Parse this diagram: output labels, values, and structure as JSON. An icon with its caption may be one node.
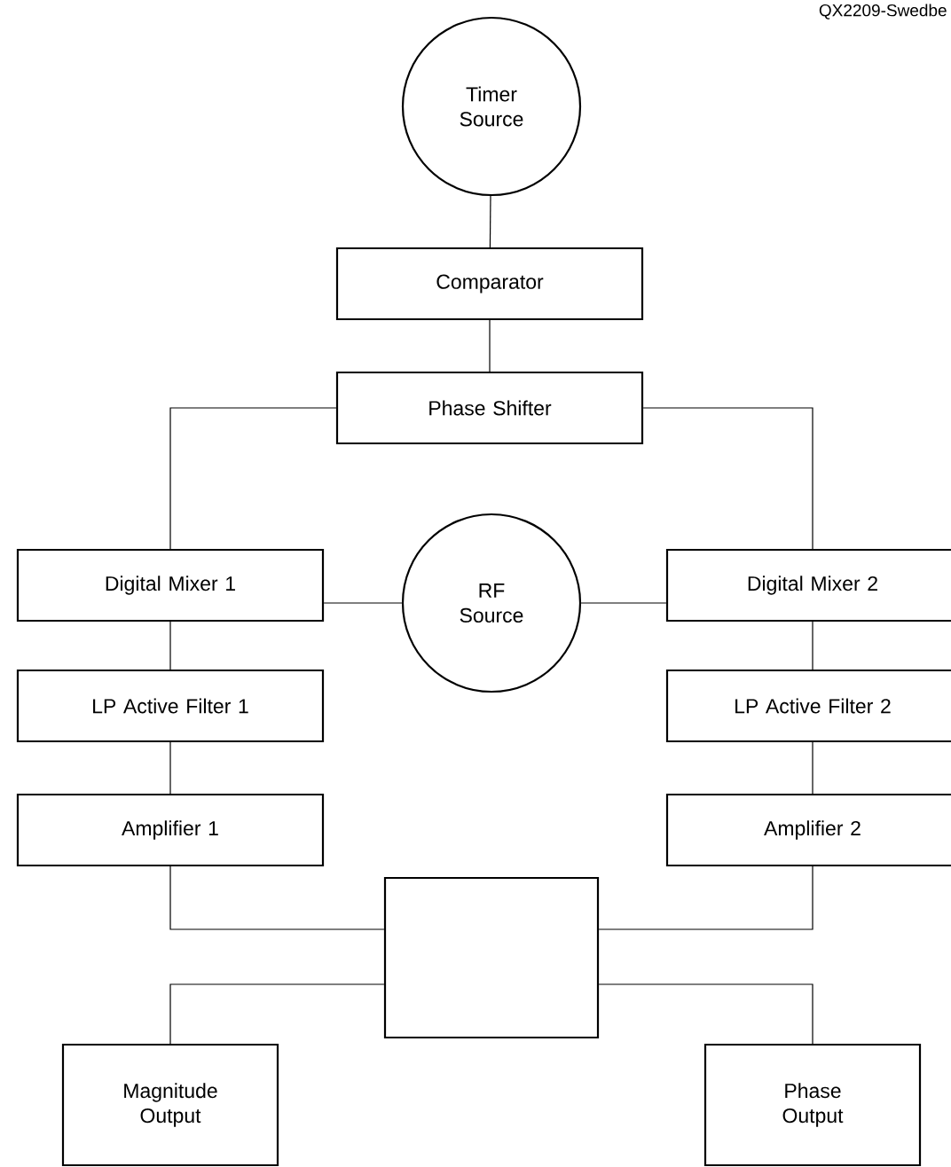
{
  "diagram": {
    "nodes": [
      {
        "text": [
          "Timer Source"
        ]
      },
      {
        "text": [
          "Comparator"
        ]
      },
      {
        "text": [
          "Phase Shifter"
        ]
      },
      {
        "text": [
          "Digital Mixer 1"
        ]
      },
      {
        "text": [
          "RF Source"
        ]
      },
      {
        "text": [
          "Digital Mixer 2"
        ]
      },
      {
        "text": [
          "LP Active Filter 1"
        ]
      },
      {
        "text": [
          "LP Active Filter 2"
        ]
      },
      {
        "text": [
          "Amplifier 1"
        ]
      },
      {
        "text": [
          "Amplifier 2"
        ]
      },
      {
        "text": [],
        "shape": "box"
      },
      {
        "text": [
          "Magnitude Output"
        ]
      },
      {
        "text": [
          "Phase Output"
        ]
      }
    ],
    "edges": [
      {
        "from": 0,
        "to": 1,
        "arrow": "none"
      },
      {
        "from": 1,
        "to": 2,
        "arrow": "none"
      },
      {
        "from": 2,
        "to": 3,
        "arrow": "none"
      },
      {
        "from": 2,
        "to": 5,
        "arrow": "none"
      },
      {
        "from": 4,
        "to": 3,
        "arrow": "none"
      },
      {
        "from": 4,
        "to": 5,
        "arrow": "none"
      },
      {
        "from": 3,
        "to": 6,
        "arrow": "none"
      },
      {
        "from": 6,
        "to": 8,
        "arrow": "none"
      },
      {
        "from": 5,
        "to": 7,
        "arrow": "none"
      },
      {
        "from": 7,
        "to": 9,
        "arrow": "none"
      },
      {
        "from": 8,
        "to": 10,
        "arrow": "none"
      },
      {
        "from": 9,
        "to": 10,
        "arrow": "none"
      },
      {
        "from": 10,
        "to": 11,
        "arrow": "none"
      },
      {
        "from": 10,
        "to": 12,
        "arrow": "none"
      }
    ],
    "labels": [
      "QX2209-Swedbe"
    ]
  }
}
